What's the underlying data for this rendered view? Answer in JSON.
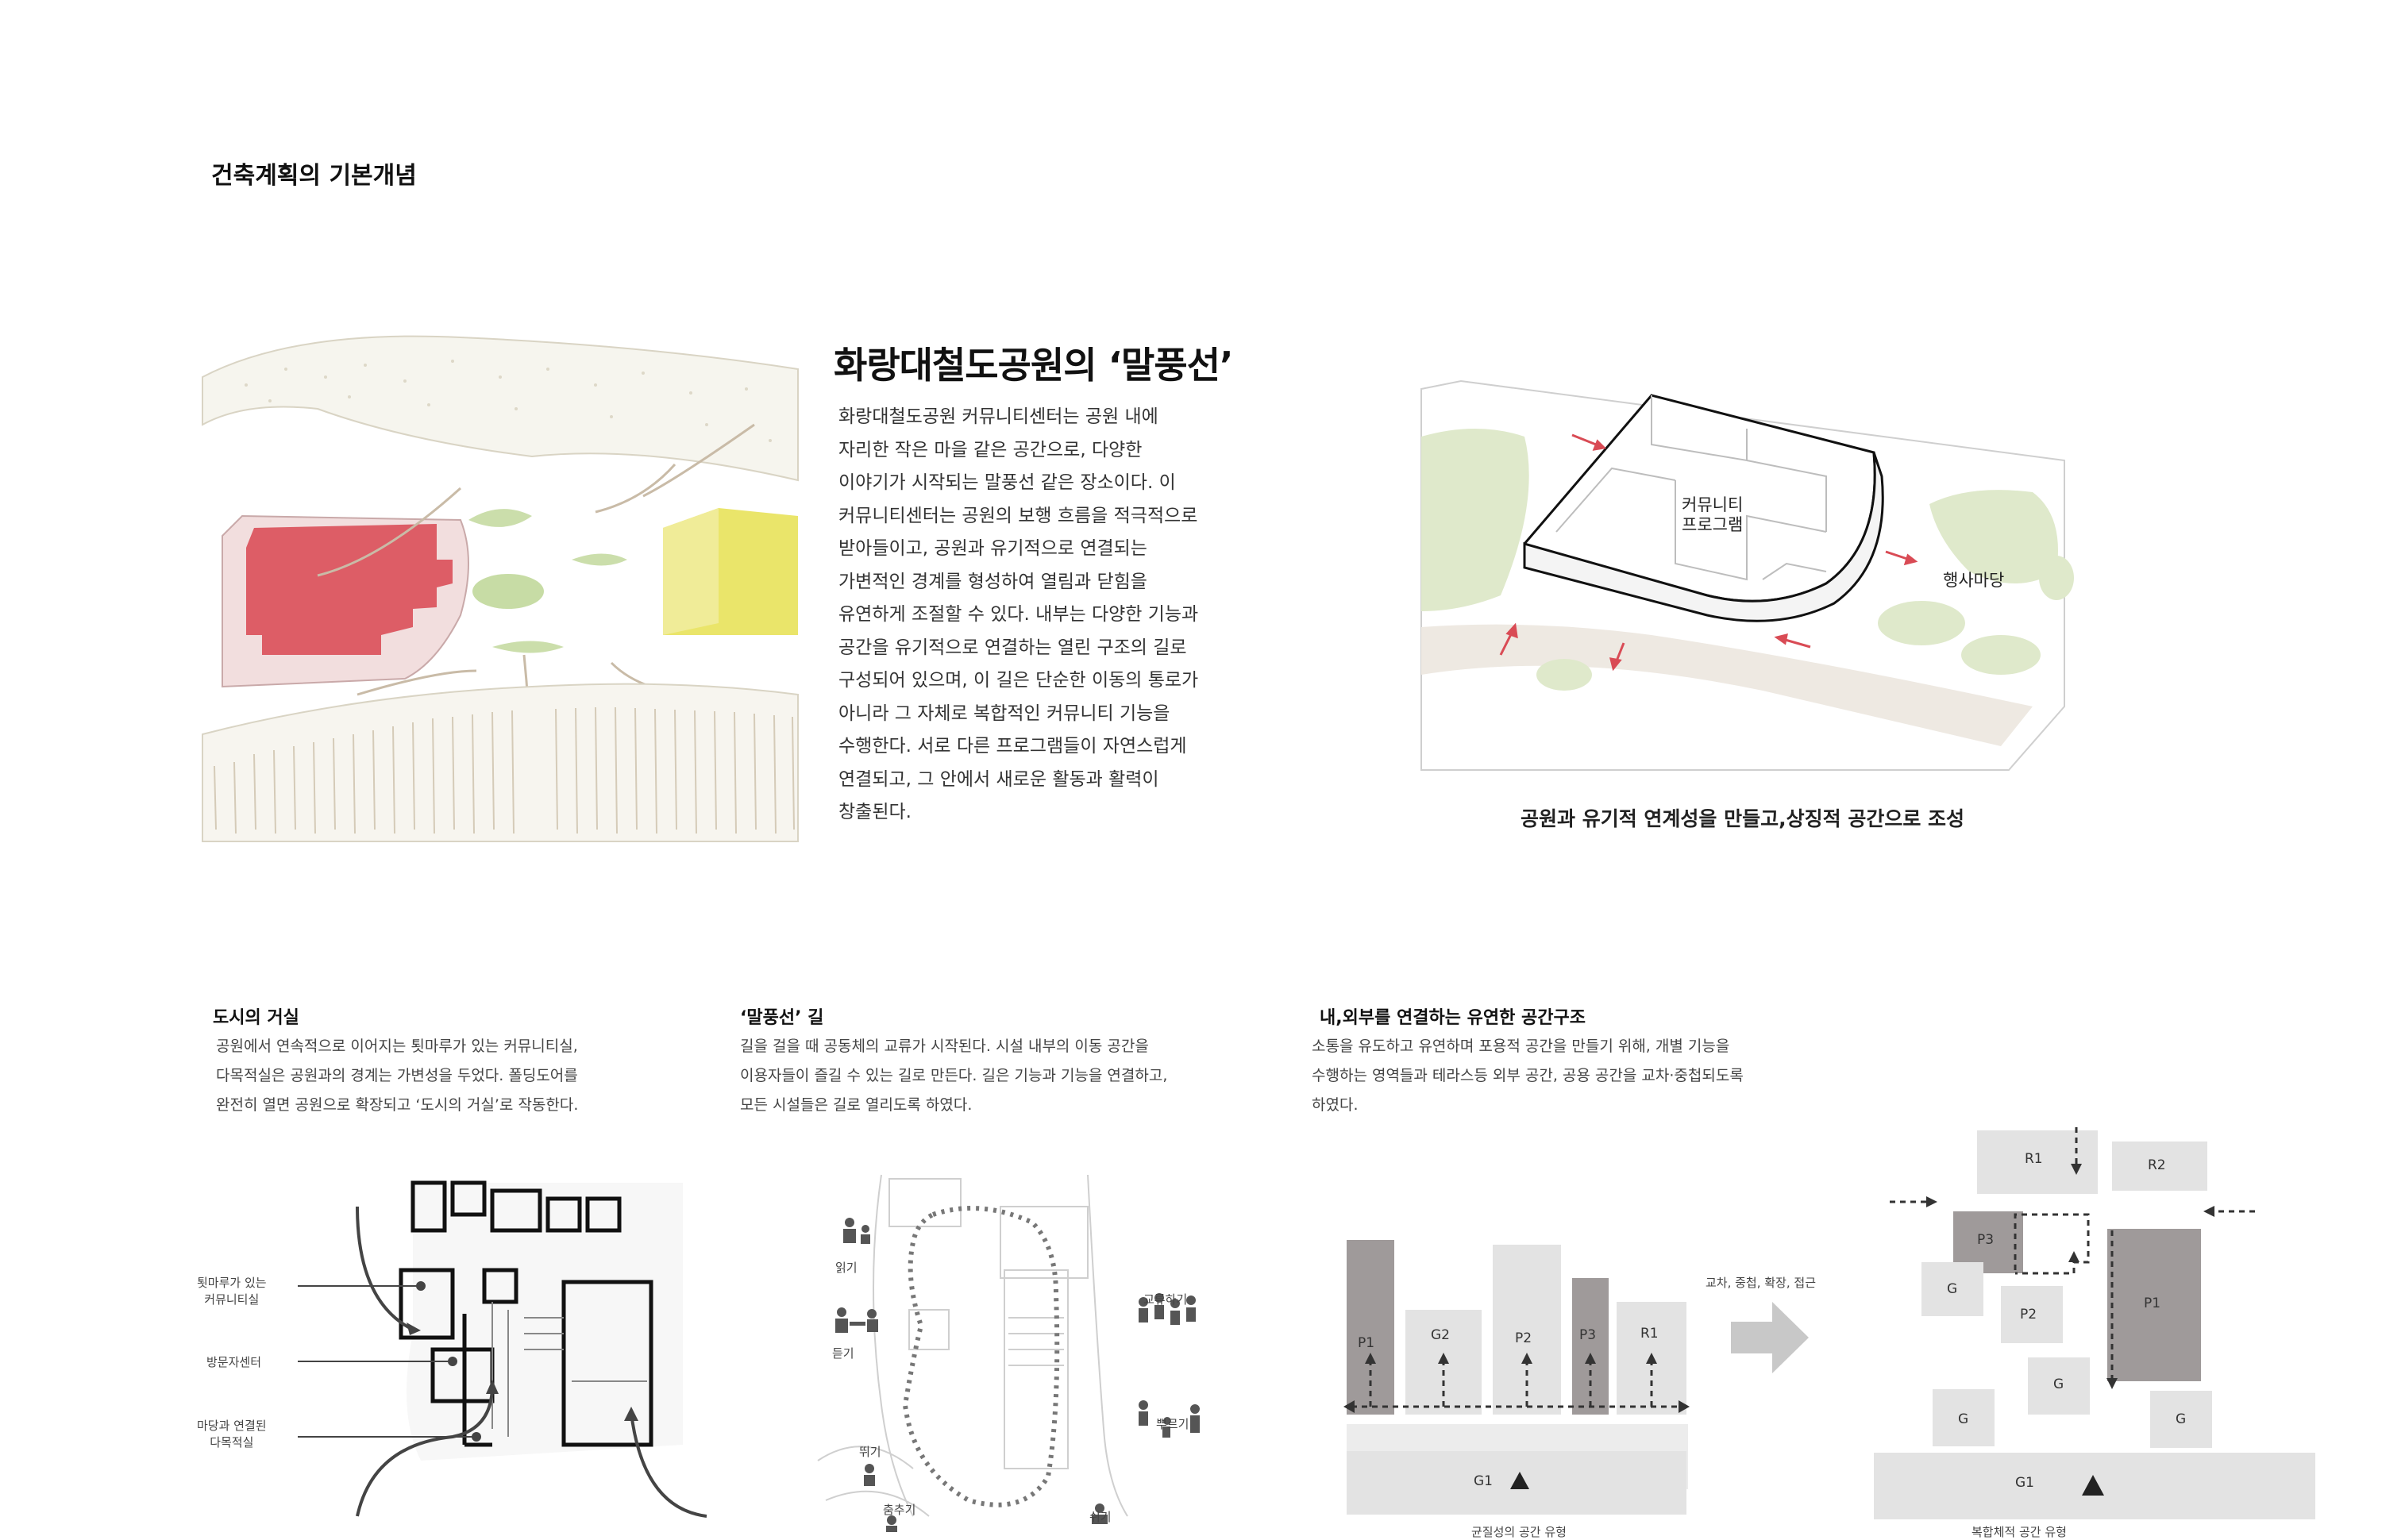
{
  "page": {
    "title": "건축계획의 기본개념"
  },
  "intro": {
    "heading": "화랑대철도공원의 ‘말풍선’",
    "body_lines": [
      "화랑대철도공원 커뮤니티센터는 공원 내에",
      "자리한 작은 마을 같은 공간으로, 다양한",
      "이야기가 시작되는 말풍선 같은 장소이다. 이",
      "커뮤니티센터는 공원의 보행 흐름을 적극적으로",
      "받아들이고, 공원과 유기적으로 연결되는",
      "가변적인 경계를 형성하여 열림과 닫힘을",
      "유연하게 조절할 수 있다. 내부는 다양한 기능과",
      "공간을 유기적으로 연결하는 열린 구조의 길로",
      "구성되어 있으며, 이 길은 단순한 이동의 통로가",
      "아니라 그 자체로 복합적인 커뮤니티 기능을",
      "수행한다. 서로 다른 프로그램들이 자연스럽게",
      "연결되고, 그 안에서 새로운 활동과 활력이",
      "창출된다."
    ]
  },
  "axo": {
    "label_program": [
      "커뮤니티",
      "프로그램"
    ],
    "label_plaza": "행사마당",
    "caption": "공원과 유기적 연계성을 만들고,상징적 공간으로 조성"
  },
  "sections": [
    {
      "title": "도시의 거실",
      "body_lines": [
        "공원에서 연속적으로 이어지는 툇마루가 있는 커뮤니티실,",
        "다목적실은 공원과의 경계는 가변성을 두었다. 폴딩도어를",
        "완전히 열면 공원으로 확장되고 ‘도시의 거실’로 작동한다."
      ],
      "labels": [
        "툇마루가 있는",
        "커뮤니티실",
        "방문자센터",
        "마당과 연결된",
        "다목적실"
      ]
    },
    {
      "title": "‘말풍선’ 길",
      "body_lines": [
        "길을 걸을 때 공동체의 교류가 시작된다. 시설  내부의 이동 공간을",
        "이용자들이 즐길 수 있는 길로 만든다. 길은 기능과 기능을 연결하고,",
        "모든 시설들은 길로 열리도록 하였다."
      ],
      "activities": [
        "읽기",
        "듣기",
        "뛰기",
        "춤추기",
        "쉬기",
        "교류하기",
        "뿌르기"
      ]
    },
    {
      "title": "내,외부를 연결하는 유연한 공간구조",
      "body_lines": [
        "소통을 유도하고 유연하며 포용적 공간을 만들기 위해, 개별 기능을",
        "수행하는 영역들과 테라스등 외부 공간, 공용 공간을 교차·중첩되도록",
        "하였다."
      ]
    }
  ],
  "diagram_left": {
    "blocks": [
      "P1",
      "G2",
      "P2",
      "P3",
      "R1"
    ],
    "base": "G1",
    "caption": "균질성의 공간 유형"
  },
  "transition_label": "교차, 중첩, 확장, 접근",
  "diagram_right": {
    "blocks": [
      "R1",
      "R2",
      "P3",
      "P1",
      "G",
      "P2",
      "G",
      "G",
      "G"
    ],
    "base": "G1",
    "caption": "복합체적 공간 유형"
  },
  "colors": {
    "accent_red": "#d94b55",
    "accent_yellow": "#e8e25a",
    "accent_green": "#b9d38f",
    "block_dark": "#9f9a9a",
    "block_light": "#e3e3e3"
  }
}
